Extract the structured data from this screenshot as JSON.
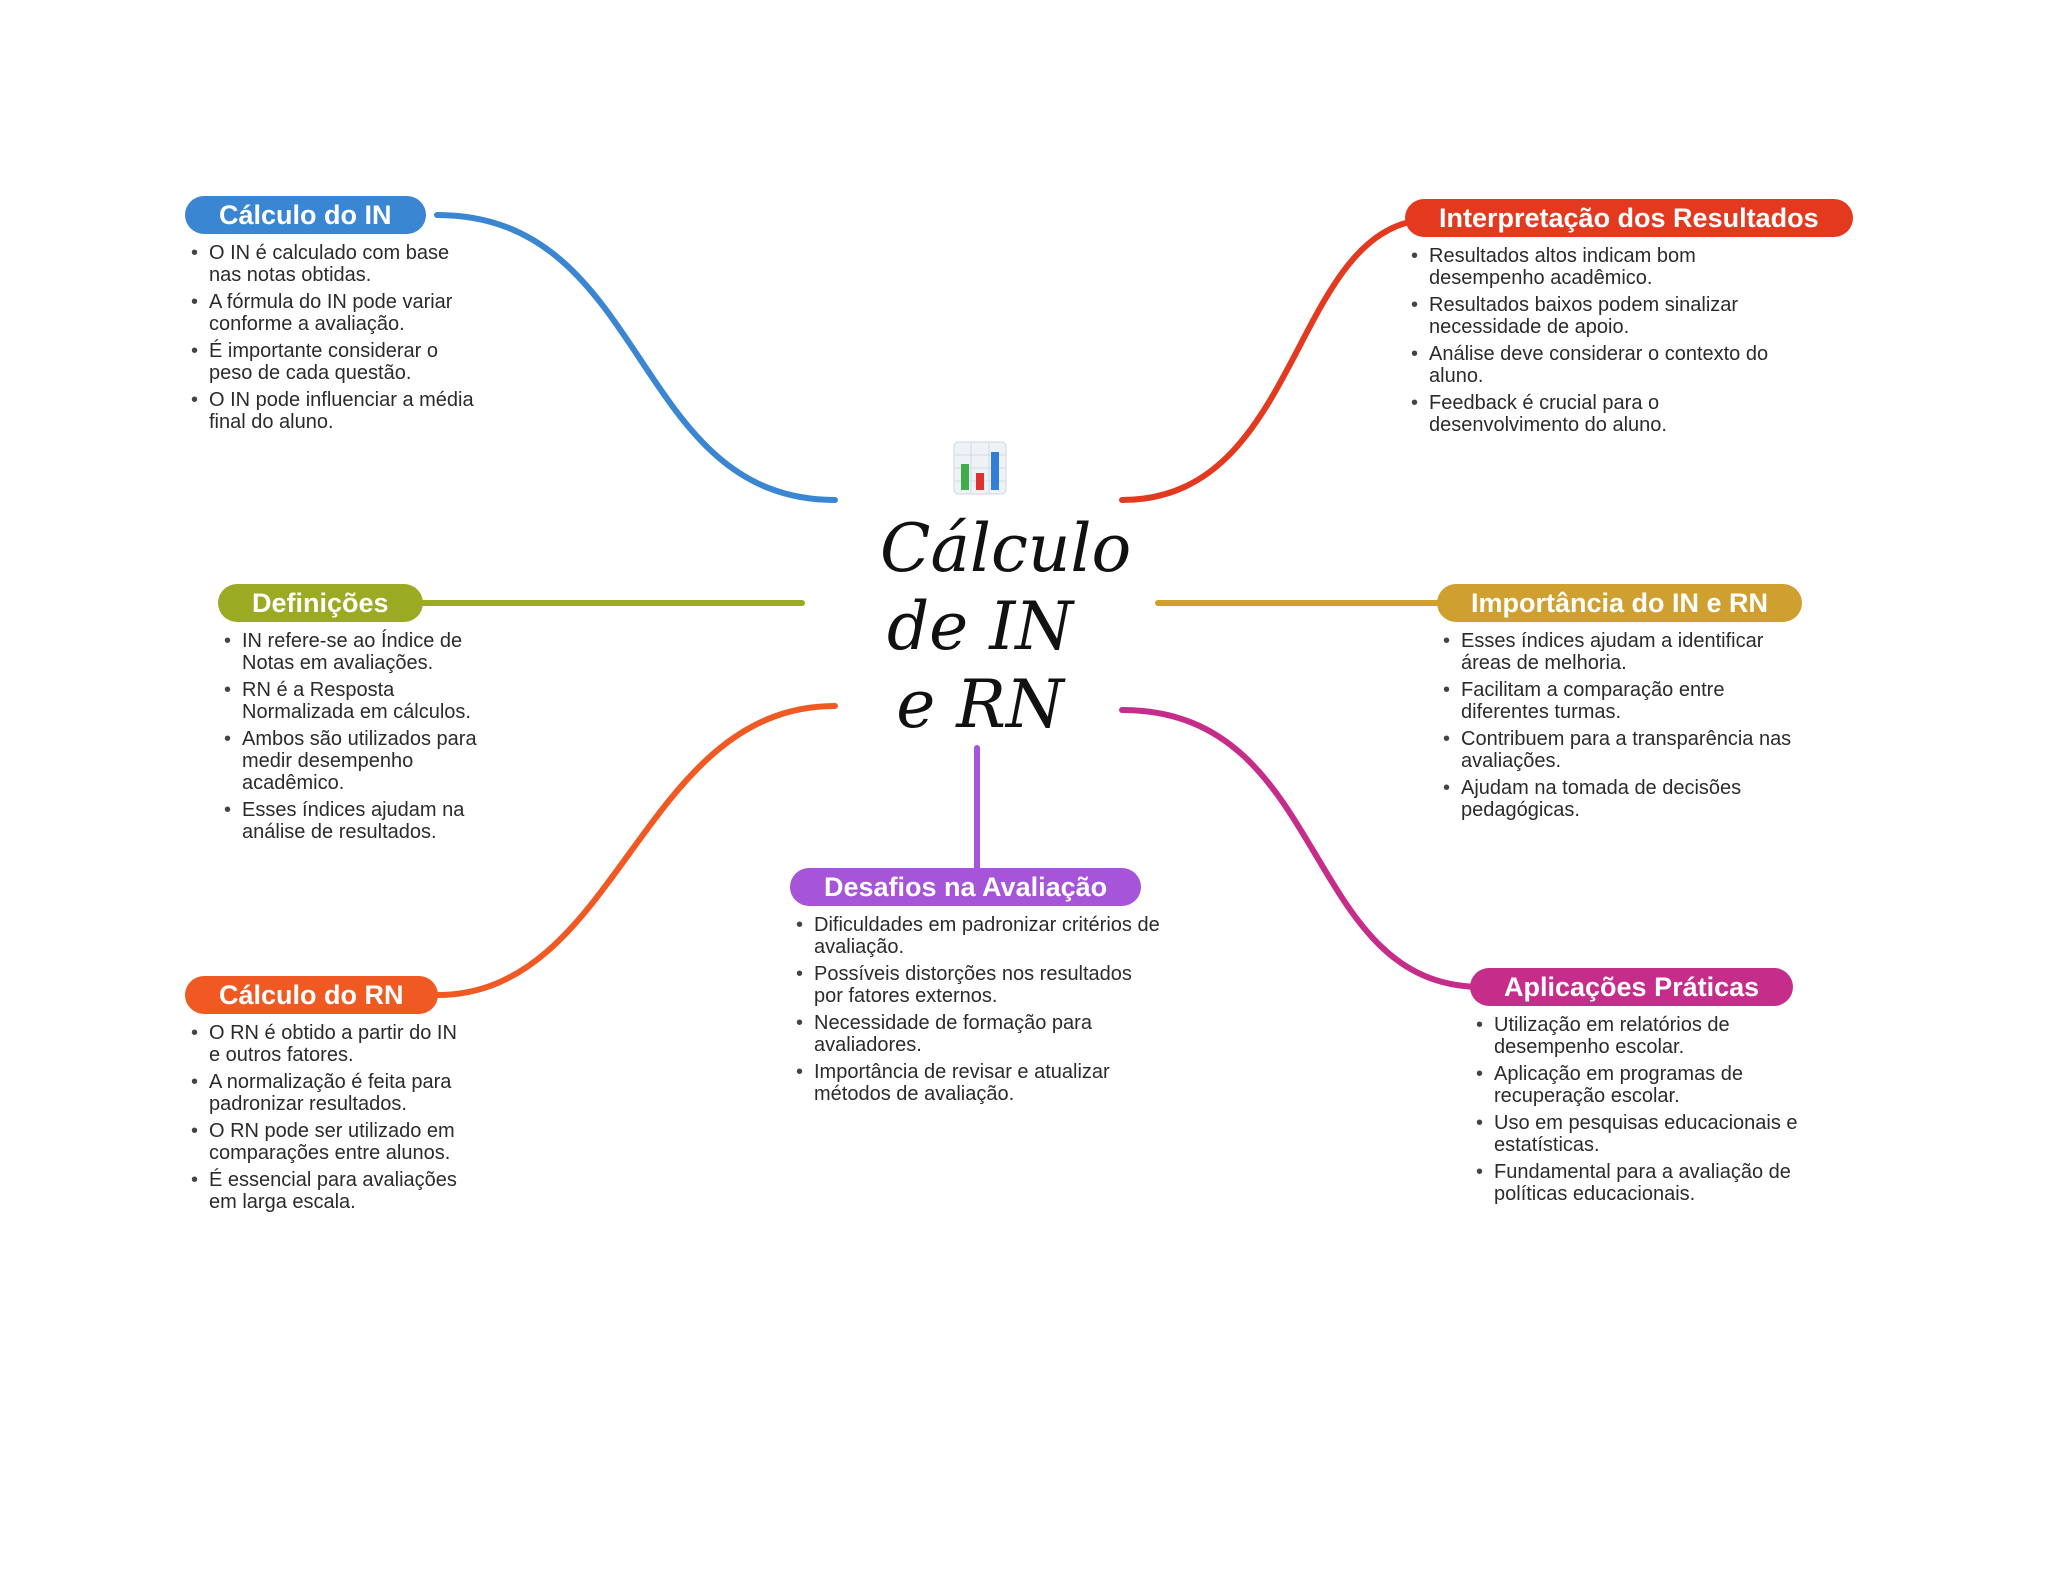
{
  "center": {
    "title_lines": [
      "Cálculo",
      "de IN",
      "e RN"
    ],
    "icon": "bar-chart-icon"
  },
  "branches": {
    "calc_in": {
      "title": "Cálculo do IN",
      "color": "#3a86d2",
      "items": [
        "O IN é calculado com base nas notas obtidas.",
        "A fórmula do IN pode variar conforme a avaliação.",
        "É importante considerar o peso de cada questão.",
        "O IN pode influenciar a média final do aluno."
      ]
    },
    "definicoes": {
      "title": "Definições",
      "color": "#9aab23",
      "items": [
        "IN refere-se ao Índice de Notas em avaliações.",
        "RN é a Resposta Normalizada em cálculos.",
        "Ambos são utilizados para medir desempenho acadêmico.",
        "Esses índices ajudam na análise de resultados."
      ]
    },
    "calc_rn": {
      "title": "Cálculo do RN",
      "color": "#f05a22",
      "items": [
        "O RN é obtido a partir do IN e outros fatores.",
        "A normalização é feita para padronizar resultados.",
        "O RN pode ser utilizado em comparações entre alunos.",
        "É essencial para avaliações em larga escala."
      ]
    },
    "desafios": {
      "title": "Desafios na Avaliação",
      "color": "#a654d8",
      "items": [
        "Dificuldades em padronizar critérios de avaliação.",
        "Possíveis distorções nos resultados por fatores externos.",
        "Necessidade de formação para avaliadores.",
        "Importância de revisar e atualizar métodos de avaliação."
      ]
    },
    "interpretacao": {
      "title": "Interpretação dos Resultados",
      "color": "#e33a1f",
      "items": [
        "Resultados altos indicam bom desempenho acadêmico.",
        "Resultados baixos podem sinalizar necessidade de apoio.",
        "Análise deve considerar o contexto do aluno.",
        "Feedback é crucial para o desenvolvimento do aluno."
      ]
    },
    "importancia": {
      "title": "Importância do IN e RN",
      "color": "#cfa030",
      "items": [
        "Esses índices ajudam a identificar áreas de melhoria.",
        "Facilitam a comparação entre diferentes turmas.",
        "Contribuem para a transparência nas avaliações.",
        "Ajudam na tomada de decisões pedagógicas."
      ]
    },
    "aplicacoes": {
      "title": "Aplicações Práticas",
      "color": "#c62d8a",
      "items": [
        "Utilização em relatórios de desempenho escolar.",
        "Aplicação em programas de recuperação escolar.",
        "Uso em pesquisas educacionais e estatísticas.",
        "Fundamental para a avaliação de políticas educacionais."
      ]
    }
  }
}
